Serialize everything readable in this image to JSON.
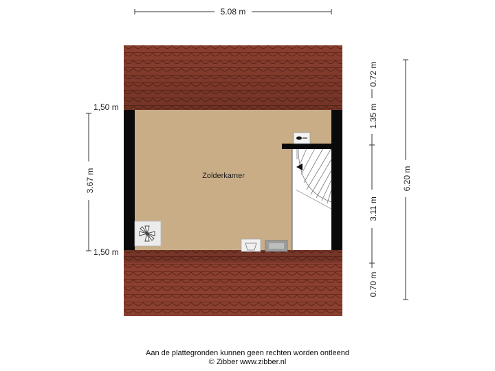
{
  "dimensions": {
    "top_width": "5.08 m",
    "left_upper_height": "1,50 m",
    "left_total": "3.67 m",
    "left_lower_height": "1,50 m",
    "right_top": "0.72 m",
    "right_second": "1.35 m",
    "right_third": "3.11 m",
    "right_bottom": "0.70 m",
    "right_total": "6.20 m"
  },
  "room": {
    "name": "Zolderkamer"
  },
  "footer": {
    "disclaimer": "Aan de plattegronden kunnen geen rechten worden ontleend",
    "copyright": "© Zibber www.zibber.nl"
  },
  "colors": {
    "roof_tile": "#8a3f2f",
    "roof_tile_line": "#5e2418",
    "floor": "#c8ad86",
    "wall": "#0a0a0a",
    "stair": "#ffffff"
  }
}
